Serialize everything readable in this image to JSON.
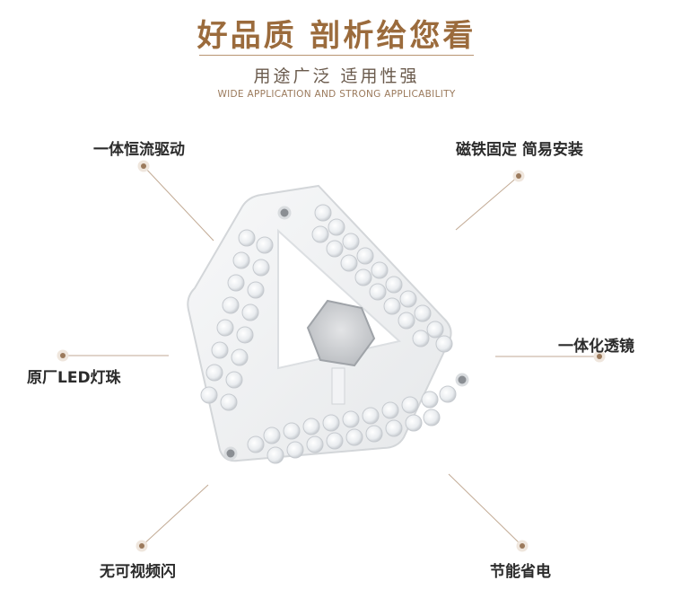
{
  "header": {
    "title": "好品质 剖析给您看",
    "subtitle": "用途广泛 适用性强",
    "subtitle_en": "WIDE APPLICATION AND STRONG APPLICABILITY"
  },
  "features": {
    "driver": "一体恒流驱动",
    "magnet": "磁铁固定 简易安装",
    "lens": "一体化透镜",
    "led": "原厂LED灯珠",
    "flicker": "无可视频闪",
    "energy": "节能省电"
  },
  "colors": {
    "brand": "#9b6b3c",
    "dot": "#9b7a5c",
    "label": "#2b2b2b"
  },
  "product_image": "triangular LED light module board with hexagonal center driver"
}
